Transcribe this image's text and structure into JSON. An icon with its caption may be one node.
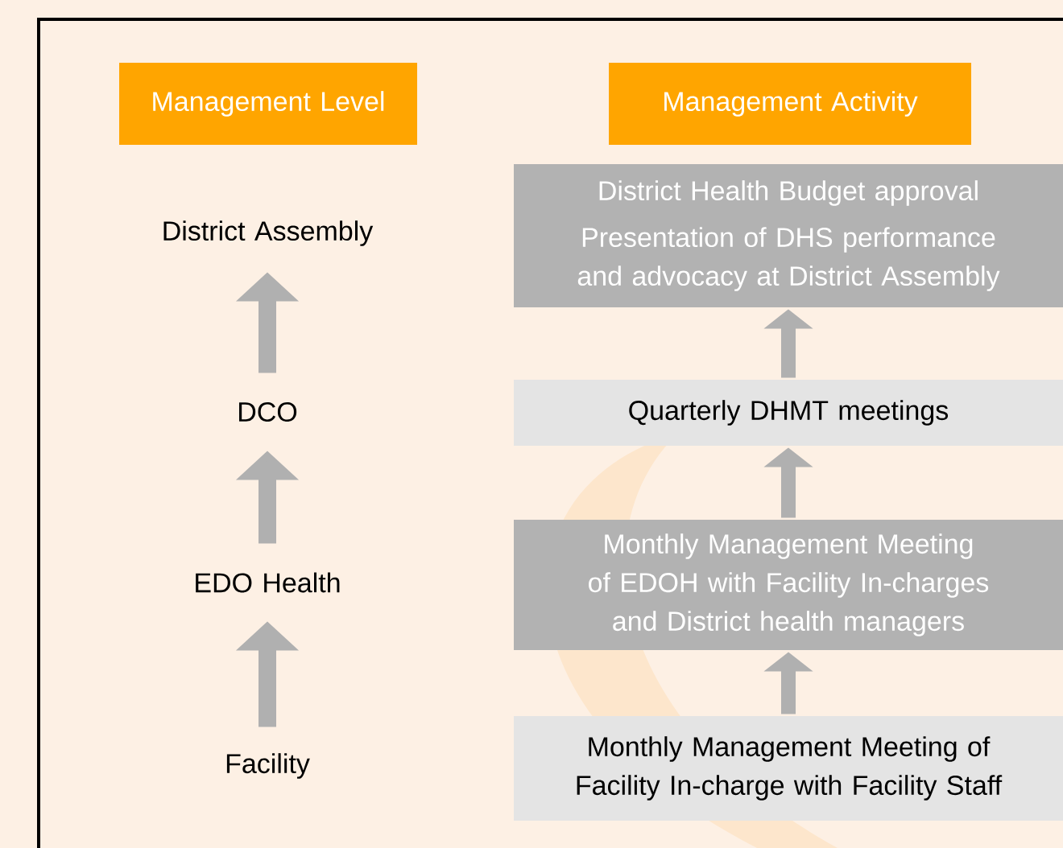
{
  "diagram": {
    "nodes": [
      {
        "text": [
          "Management Level"
        ]
      },
      {
        "text": [
          "Management Activity"
        ]
      },
      {
        "text": [
          "District Assembly"
        ]
      },
      {
        "text": [
          "DCO"
        ]
      },
      {
        "text": [
          "EDO Health"
        ]
      },
      {
        "text": [
          "Facility"
        ]
      },
      {
        "text": [
          "District Health Budget approval",
          "Presentation of DHS performance and advocacy at District Assembly"
        ]
      },
      {
        "text": [
          "Quarterly DHMT meetings"
        ]
      },
      {
        "text": [
          "Monthly Management Meeting of EDOH with Facility In-charges and District health managers"
        ]
      },
      {
        "text": [
          "Monthly Management Meeting of Facility In-charge with Facility Staff"
        ]
      }
    ],
    "edges": [
      {
        "from": 3,
        "to": 2,
        "arrow": "to"
      },
      {
        "from": 4,
        "to": 3,
        "arrow": "to"
      },
      {
        "from": 5,
        "to": 4,
        "arrow": "to"
      },
      {
        "from": 7,
        "to": 6,
        "arrow": "to"
      },
      {
        "from": 8,
        "to": 7,
        "arrow": "to"
      },
      {
        "from": 9,
        "to": 8,
        "arrow": "to"
      }
    ]
  }
}
